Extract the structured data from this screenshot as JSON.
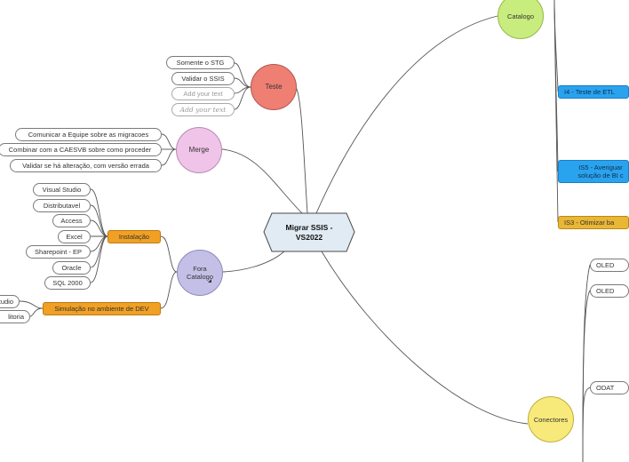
{
  "central": {
    "title": "Migrar SSIS - VS2022"
  },
  "teste": {
    "label": "Teste",
    "items": [
      "Somente o STG",
      "Validar o SSIS",
      "Add your text",
      "Add your text"
    ]
  },
  "merge": {
    "label": "Merge",
    "items": [
      "Comunicar a Equipe sobre as migracoes",
      "Combinar com a CAESVB sobre como proceder",
      "Validar se há alteração, com versão errada"
    ]
  },
  "fora": {
    "label": "Fora Catalogo",
    "instalacao": {
      "label": "Instalação",
      "items": [
        "Visual Studio",
        "Distributavel",
        "Access",
        "Excel",
        "Sharepoint - EP",
        "Oracle",
        "SQL 2000"
      ]
    },
    "simulacao": {
      "label": "Simulação no ambiente de DEV",
      "items": [
        "tudio",
        "litoria"
      ]
    }
  },
  "catalogo": {
    "label": "Catalogo",
    "items": [
      "I4 - Teste de ETL",
      "IS5 - Averiguar solução de BI c",
      "IS3 - Otimizar ba"
    ]
  },
  "conectores": {
    "label": "Conectores",
    "items": [
      "OLED",
      "OLED",
      "ODAT"
    ]
  },
  "colors": {
    "teste": "#ef7f73",
    "merge": "#f0c3e8",
    "fora": "#c3bfe6",
    "catalogo": "#c9ec7e",
    "conectores": "#f8e97b",
    "central": "#e1ebf4",
    "orange": "#f0a024",
    "blue": "#2aa3ef",
    "gold": "#e9b735"
  },
  "icons": {
    "collapse": "collapse-triangle-icon"
  }
}
